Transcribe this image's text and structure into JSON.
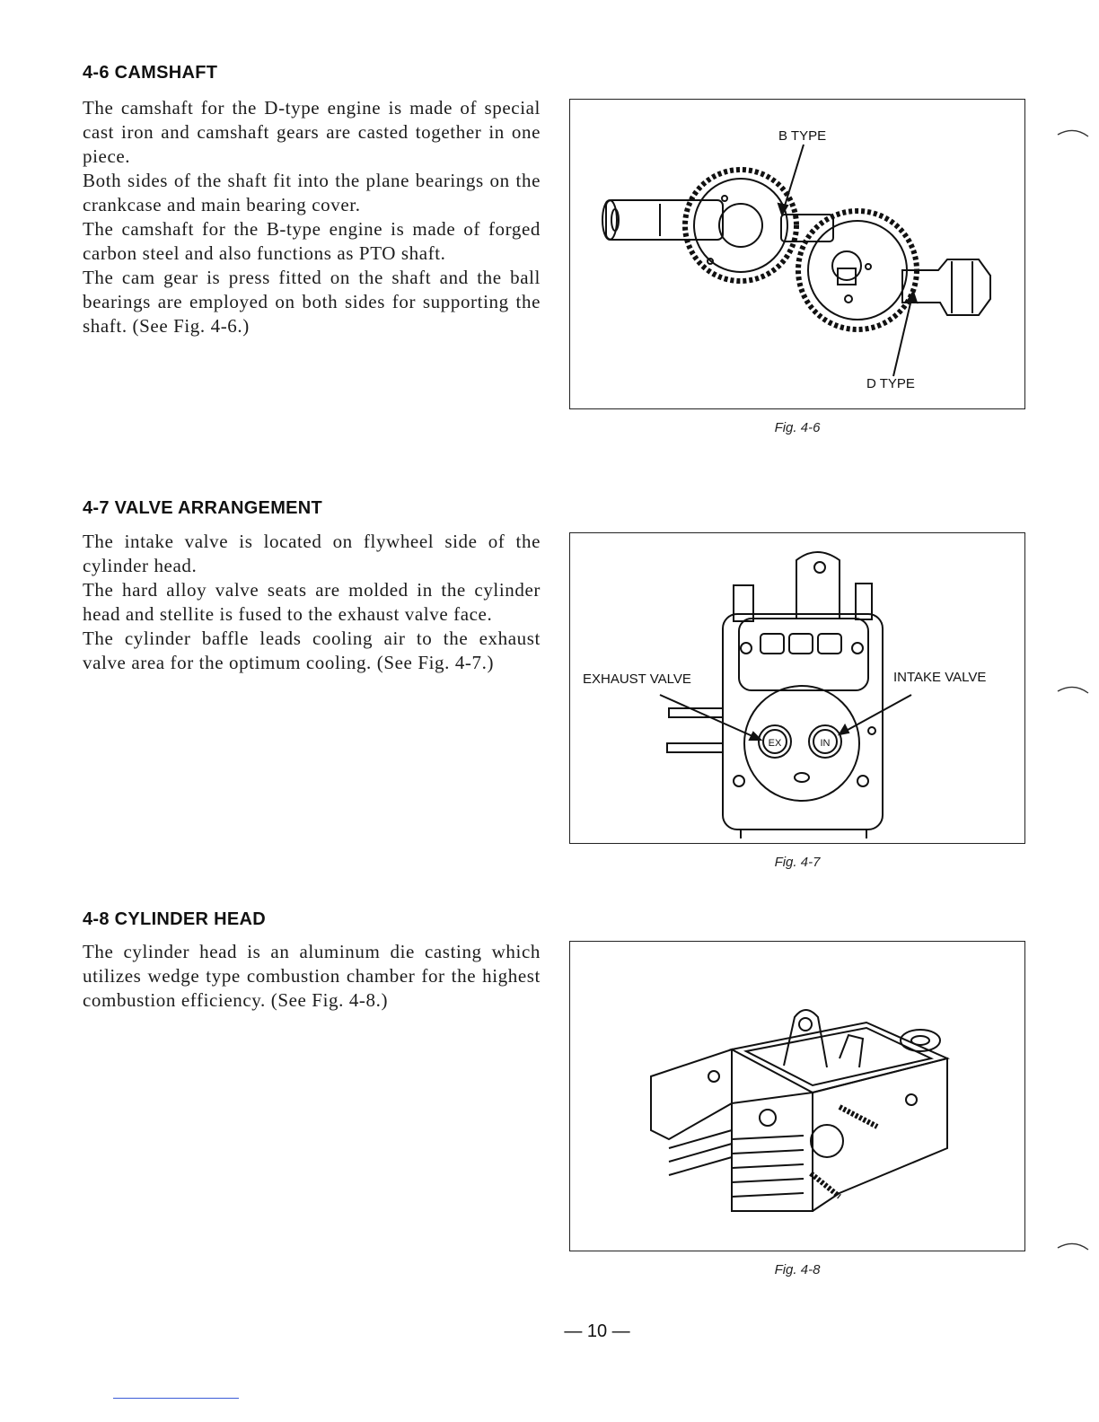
{
  "sections": [
    {
      "heading": "4-6 CAMSHAFT",
      "paragraphs": [
        "The camshaft for the D-type engine is made of special cast iron and camshaft gears are casted together in one piece.",
        "Both sides of the shaft fit into the plane bearings on the crankcase and main bearing cover.",
        "The camshaft for the B-type engine is made of forged carbon steel and also functions as PTO shaft.",
        "The cam gear is press fitted on the shaft and the ball bearings are employed on both sides for supporting the shaft. (See Fig. 4-6.)"
      ]
    },
    {
      "heading": "4-7 VALVE ARRANGEMENT",
      "paragraphs": [
        "The intake valve is located on flywheel side of the cylinder head.",
        "The hard alloy valve seats are molded in the cylinder head and stellite is fused to the exhaust valve face.",
        "The cylinder baffle leads cooling air to the exhaust valve area for the optimum cooling. (See Fig. 4-7.)"
      ]
    },
    {
      "heading": "4-8 CYLINDER HEAD",
      "paragraphs": [
        "The cylinder head is an aluminum die casting which utilizes wedge type combustion chamber for the highest combustion efficiency. (See Fig. 4-8.)"
      ]
    }
  ],
  "figures": {
    "fig46": {
      "caption": "Fig. 4-6",
      "labels": {
        "b_type": "B TYPE",
        "d_type": "D TYPE"
      }
    },
    "fig47": {
      "caption": "Fig. 4-7",
      "labels": {
        "exhaust": "EXHAUST VALVE",
        "intake": "INTAKE VALVE",
        "ex": "EX",
        "in": "IN"
      }
    },
    "fig48": {
      "caption": "Fig. 4-8"
    }
  },
  "page_number": "— 10 —"
}
